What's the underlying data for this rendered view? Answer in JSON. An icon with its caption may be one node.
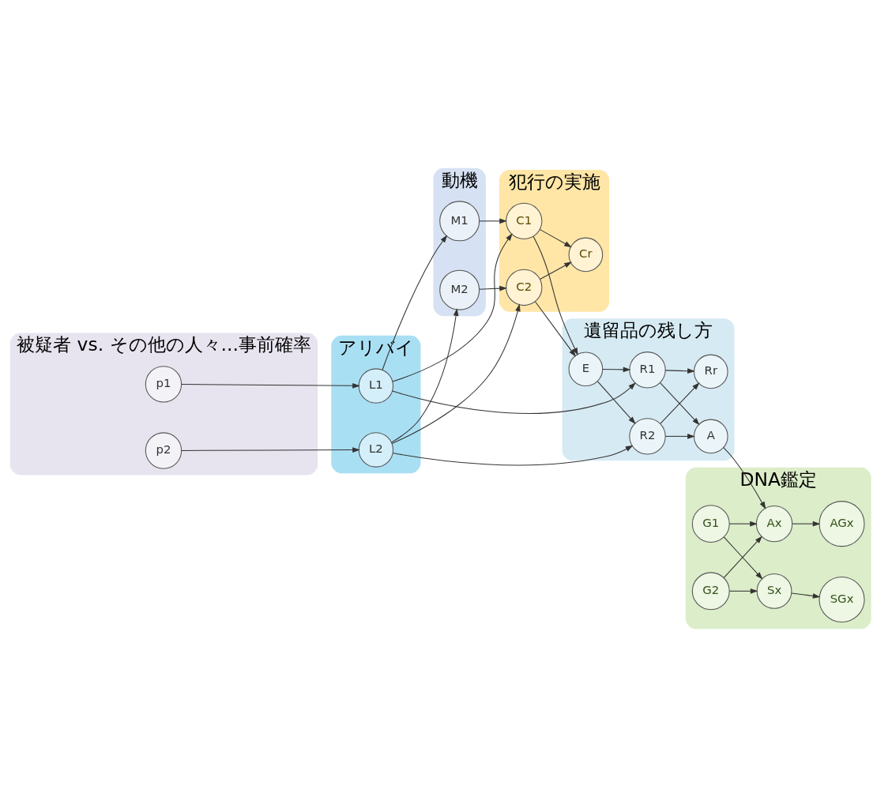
{
  "diagram": {
    "nodes": [
      {
        "text": [
          "被疑者 vs. その他の人々...事前確率"
        ]
      },
      {
        "text": [
          "p1"
        ],
        "in": 0
      },
      {
        "text": [
          "p2"
        ],
        "in": 0
      },
      {
        "text": [
          "アリバイ"
        ]
      },
      {
        "text": [
          "L1"
        ],
        "in": 3
      },
      {
        "text": [
          "L2"
        ],
        "in": 3
      },
      {
        "text": [
          "動機"
        ]
      },
      {
        "text": [
          "M1"
        ],
        "in": 6
      },
      {
        "text": [
          "M2"
        ],
        "in": 6
      },
      {
        "text": [
          "犯行の実施"
        ]
      },
      {
        "text": [
          "C1"
        ],
        "in": 9
      },
      {
        "text": [
          "C2"
        ],
        "in": 9
      },
      {
        "text": [
          "Cr"
        ],
        "in": 9
      },
      {
        "text": [
          "遺留品の残し方"
        ]
      },
      {
        "text": [
          "E"
        ],
        "in": 13
      },
      {
        "text": [
          "R1"
        ],
        "in": 13
      },
      {
        "text": [
          "R2"
        ],
        "in": 13
      },
      {
        "text": [
          "A"
        ],
        "in": 13
      },
      {
        "text": [
          "Rr"
        ],
        "in": 13
      },
      {
        "text": [
          "DNA鑑定"
        ]
      },
      {
        "text": [
          "G1"
        ],
        "in": 19
      },
      {
        "text": [
          "G2"
        ],
        "in": 19
      },
      {
        "text": [
          "Sx"
        ],
        "in": 19
      },
      {
        "text": [
          "Ax"
        ],
        "in": 19
      },
      {
        "text": [
          "SGx"
        ],
        "in": 19
      },
      {
        "text": [
          "AGx"
        ],
        "in": 19
      }
    ],
    "edges": [
      {
        "from": 1,
        "to": 4,
        "arrow": "to"
      },
      {
        "from": 2,
        "to": 5,
        "arrow": "to"
      },
      {
        "from": 4,
        "to": 7,
        "arrow": "to"
      },
      {
        "from": 4,
        "to": 10,
        "arrow": "to"
      },
      {
        "from": 4,
        "to": 15,
        "arrow": "to"
      },
      {
        "from": 5,
        "to": 8,
        "arrow": "to"
      },
      {
        "from": 5,
        "to": 11,
        "arrow": "to"
      },
      {
        "from": 5,
        "to": 16,
        "arrow": "to"
      },
      {
        "from": 7,
        "to": 10,
        "arrow": "to"
      },
      {
        "from": 8,
        "to": 11,
        "arrow": "to"
      },
      {
        "from": 10,
        "to": 14,
        "arrow": "to"
      },
      {
        "from": 10,
        "to": 12,
        "arrow": "to"
      },
      {
        "from": 11,
        "to": 14,
        "arrow": "to"
      },
      {
        "from": 11,
        "to": 12,
        "arrow": "to"
      },
      {
        "from": 14,
        "to": 15,
        "arrow": "to"
      },
      {
        "from": 14,
        "to": 16,
        "arrow": "to"
      },
      {
        "from": 15,
        "to": 17,
        "arrow": "to"
      },
      {
        "from": 15,
        "to": 18,
        "arrow": "to"
      },
      {
        "from": 16,
        "to": 17,
        "arrow": "to"
      },
      {
        "from": 16,
        "to": 18,
        "arrow": "to"
      },
      {
        "from": 17,
        "to": 23,
        "arrow": "to"
      },
      {
        "from": 20,
        "to": 22,
        "arrow": "to"
      },
      {
        "from": 20,
        "to": 23,
        "arrow": "to"
      },
      {
        "from": 21,
        "to": 22,
        "arrow": "to"
      },
      {
        "from": 21,
        "to": 23,
        "arrow": "to"
      },
      {
        "from": 22,
        "to": 24,
        "arrow": "to"
      },
      {
        "from": 23,
        "to": 25,
        "arrow": "to"
      }
    ]
  }
}
